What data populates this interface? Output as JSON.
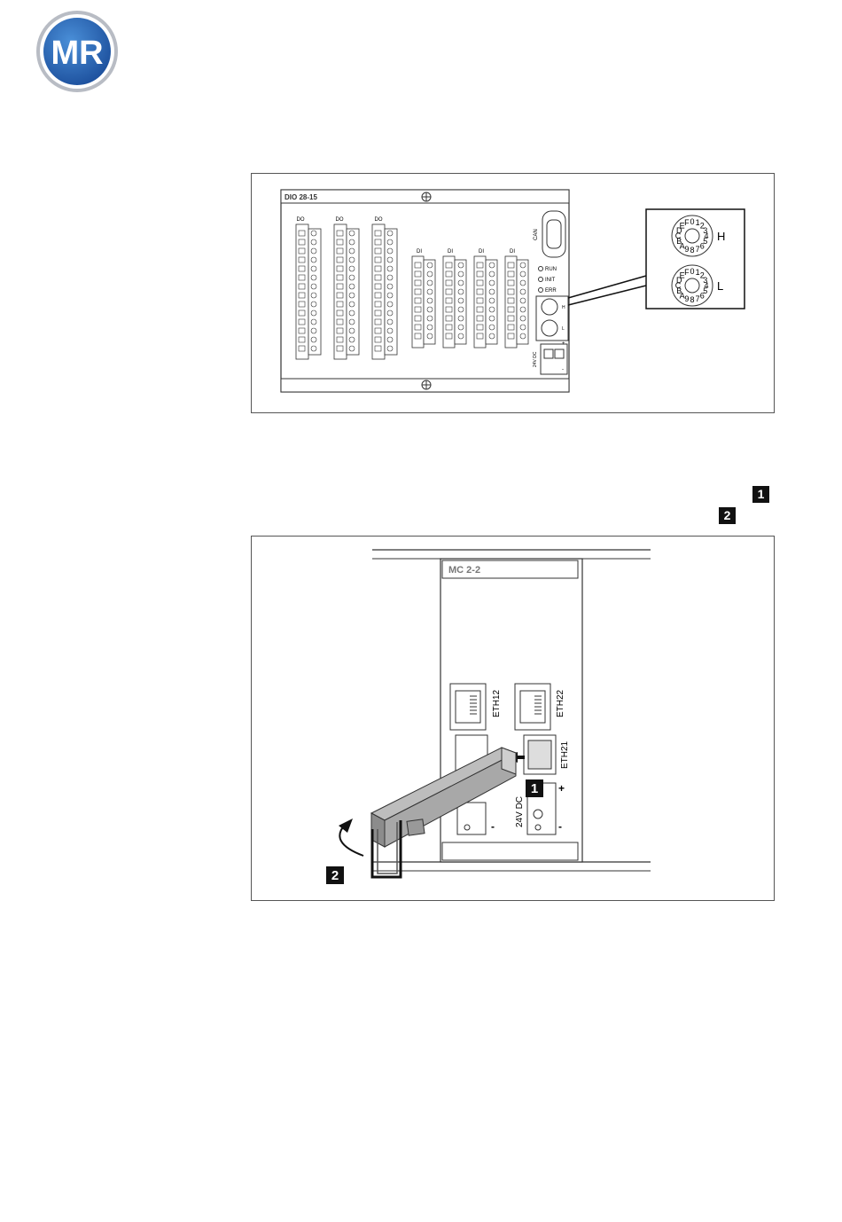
{
  "header": {
    "logo_text": "MR"
  },
  "figure1": {
    "module_label": "DIO 28-15",
    "do_label": "DO",
    "di_label": "DI",
    "can_label": "CAN",
    "led_labels": [
      "RUN",
      "INIT",
      "ERR"
    ],
    "switch_h": "H",
    "switch_l": "L",
    "power_label": "24V DC",
    "plus": "+",
    "minus": "-",
    "dial_digits": "0123456789ABCDEF",
    "zoom_label_h": "H",
    "zoom_label_l": "L"
  },
  "steps": [
    {
      "number": "1"
    },
    {
      "number": "2"
    }
  ],
  "figure2": {
    "module_label": "MC 2-2",
    "port_eth12": "ETH12",
    "port_eth22": "ETH22",
    "port_eth21": "ETH21",
    "power_label": "24V DC",
    "plus": "+",
    "minus": "-",
    "callout_1": "1",
    "callout_2": "2"
  }
}
